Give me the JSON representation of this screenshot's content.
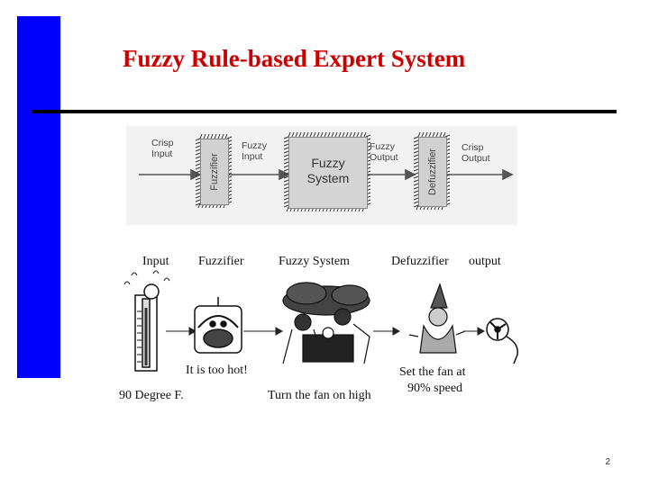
{
  "title": "Fuzzy Rule-based Expert System",
  "block_diagram": {
    "crisp_input": [
      "Crisp",
      "Input"
    ],
    "fuzzifier": "Fuzzifier",
    "fuzzy_input": [
      "Fuzzy",
      "Input"
    ],
    "fuzzy_system": [
      "Fuzzy",
      "System"
    ],
    "fuzzy_output": [
      "Fuzzy",
      "Output"
    ],
    "defuzzifier": "Defuzzifier",
    "crisp_output": [
      "Crisp",
      "Output"
    ]
  },
  "example": {
    "headers": [
      "Input",
      "Fuzzifier",
      "Fuzzy System",
      "Defuzzifier",
      "output"
    ],
    "captions": {
      "too_hot": "It is too hot!",
      "degree": "90 Degree F.",
      "turn_fan": "Turn the fan on high",
      "set_fan_1": "Set the fan at",
      "set_fan_2": "90% speed"
    }
  },
  "page_number": "2",
  "colors": {
    "title": "#cc0000",
    "side_bar": "#0000ff",
    "rule": "#000000"
  }
}
